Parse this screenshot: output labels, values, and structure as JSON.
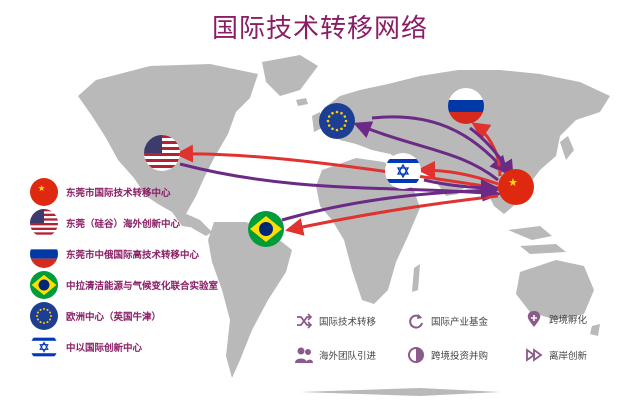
{
  "title": "国际技术转移网络",
  "colors": {
    "title": "#8a1e66",
    "continent": "#b9b9b9",
    "arrow_red": "#e0322f",
    "arrow_purple": "#6b2a86"
  },
  "legend": [
    {
      "flag": "china-flag",
      "label": "东莞市国际技术转移中心"
    },
    {
      "flag": "usa-flag",
      "label": "东莞（硅谷）海外创新中心"
    },
    {
      "flag": "russia-flag",
      "label": "东莞市中俄国际高技术转移中心"
    },
    {
      "flag": "brazil-flag",
      "label": "中拉清洁能源与气候变化联合实验室"
    },
    {
      "flag": "eu-flag",
      "label": "欧洲中心（英国牛津）"
    },
    {
      "flag": "israel-flag",
      "label": "中以国际创新中心"
    }
  ],
  "categories": [
    {
      "icon": "shuffle-icon",
      "label": "国际技术转移"
    },
    {
      "icon": "refresh-icon",
      "label": "国际产业基金"
    },
    {
      "icon": "location-pin-icon",
      "label": "跨境孵化"
    },
    {
      "icon": "team-icon",
      "label": "海外团队引进"
    },
    {
      "icon": "half-circle-icon",
      "label": "跨境投资并购"
    },
    {
      "icon": "fast-forward-icon",
      "label": "离岸创新"
    }
  ]
}
